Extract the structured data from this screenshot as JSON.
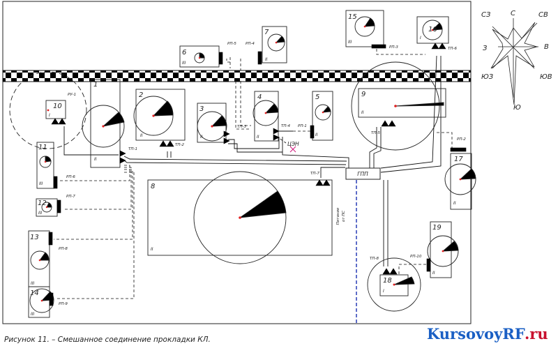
{
  "caption": "Рисунок 11. – Смешанное соединение прокладки КЛ.",
  "watermark": {
    "main": "KursovoyRF",
    "tld": ".ru"
  },
  "compass": {
    "n": "С",
    "ne": "СВ",
    "e": "В",
    "se": "ЮВ",
    "s": "Ю",
    "sw": "ЮЗ",
    "w": "З",
    "nw": "СЗ"
  },
  "main_substation": "ГПП",
  "mains_supply": [
    "Питание",
    "от ПС"
  ],
  "emergency_label": "ЦЭН",
  "workshops": [
    {
      "id": "1",
      "category": "II"
    },
    {
      "id": "2",
      "category": "II"
    },
    {
      "id": "3",
      "category": "II"
    },
    {
      "id": "4",
      "category": "II"
    },
    {
      "id": "5",
      "category": "II"
    },
    {
      "id": "6",
      "category": "III"
    },
    {
      "id": "7",
      "category": "II"
    },
    {
      "id": "8",
      "category": "II"
    },
    {
      "id": "9",
      "category": "II"
    },
    {
      "id": "10",
      "category": "I"
    },
    {
      "id": "11",
      "category": "III"
    },
    {
      "id": "12",
      "category": "III"
    },
    {
      "id": "13",
      "category": "III"
    },
    {
      "id": "14",
      "category": "III"
    },
    {
      "id": "15",
      "category": "III"
    },
    {
      "id": "16",
      "category": "I"
    },
    {
      "id": "17",
      "category": "II"
    },
    {
      "id": "18",
      "category": "I"
    },
    {
      "id": "19",
      "category": "II"
    }
  ],
  "transformer_substations": [
    "ТП-1",
    "ТП-2",
    "ТП-3",
    "ТП-4",
    "ТП-5",
    "ТП-6",
    "ТП-7",
    "ТП-8"
  ],
  "distribution_points": [
    "РП-1",
    "РП-2",
    "РП-3",
    "РП-4",
    "РП-5",
    "РП-6",
    "РП-7",
    "РП-8",
    "РП-9",
    "РП-10",
    "РУ-1"
  ]
}
